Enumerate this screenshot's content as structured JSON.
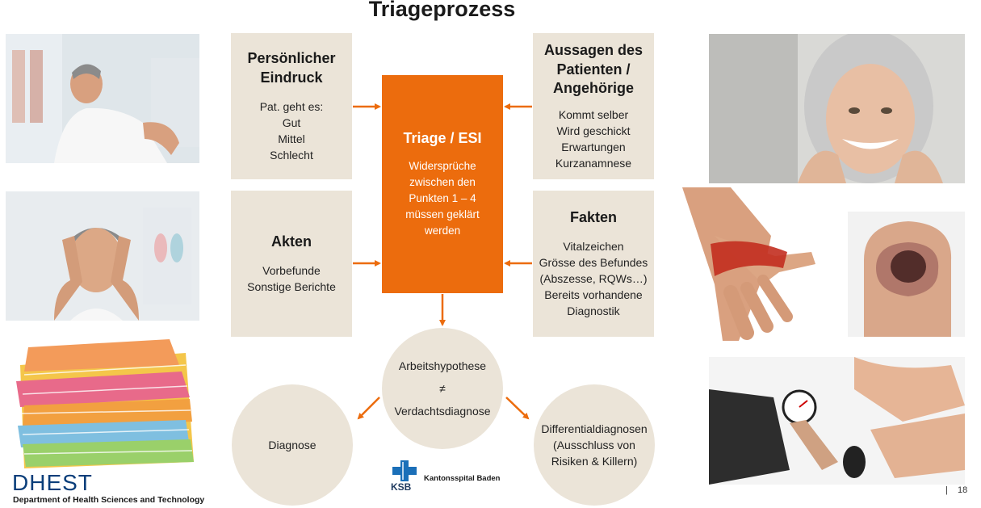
{
  "title": "Triageprozess",
  "boxes": {
    "impression": {
      "heading_1": "Persönlicher",
      "heading_2": "Eindruck",
      "lines": [
        "Pat. geht es:",
        "Gut",
        "Mittel",
        "Schlecht"
      ]
    },
    "files": {
      "heading": "Akten",
      "lines": [
        "Vorbefunde",
        "Sonstige Berichte"
      ]
    },
    "statements": {
      "heading_1": "Aussagen des",
      "heading_2": "Patienten /",
      "heading_3": "Angehörige",
      "lines": [
        "Kommt selber",
        "Wird geschickt",
        "Erwartungen",
        "Kurzanamnese"
      ]
    },
    "facts": {
      "heading": "Fakten",
      "lines": [
        "Vitalzeichen",
        "Grösse des Befundes",
        "(Abszesse, RQWs…)",
        "Bereits vorhandene",
        "Diagnostik"
      ]
    }
  },
  "triage": {
    "heading": "Triage / ESI",
    "lines": [
      "Widersprüche",
      "zwischen den",
      "Punkten 1 – 4",
      "müssen geklärt",
      "werden"
    ]
  },
  "hypothesis": {
    "line_1": "Arbeitshypothese",
    "symbol": "≠",
    "line_2": "Verdachtsdiagnose"
  },
  "diagnosis": {
    "label": "Diagnose"
  },
  "differential": {
    "lines": [
      "Differentialdiagnosen",
      "(Ausschluss von",
      "Risiken & Killern)"
    ]
  },
  "footer": {
    "dhest_logo": "DHEST",
    "dhest_subtitle": "Department of Health Sciences and Technology",
    "ksb_logo": "KSB",
    "ksb_name": "Kantonsspital Baden",
    "page_separator": "|",
    "page_number": "18"
  },
  "colors": {
    "orange": "#ec6c0d",
    "beige": "#ebe4d8",
    "navy": "#0a3e7a"
  },
  "icons": [
    "arrow-right-icon",
    "arrow-left-icon",
    "arrow-down-icon",
    "ksb-cross-icon"
  ]
}
